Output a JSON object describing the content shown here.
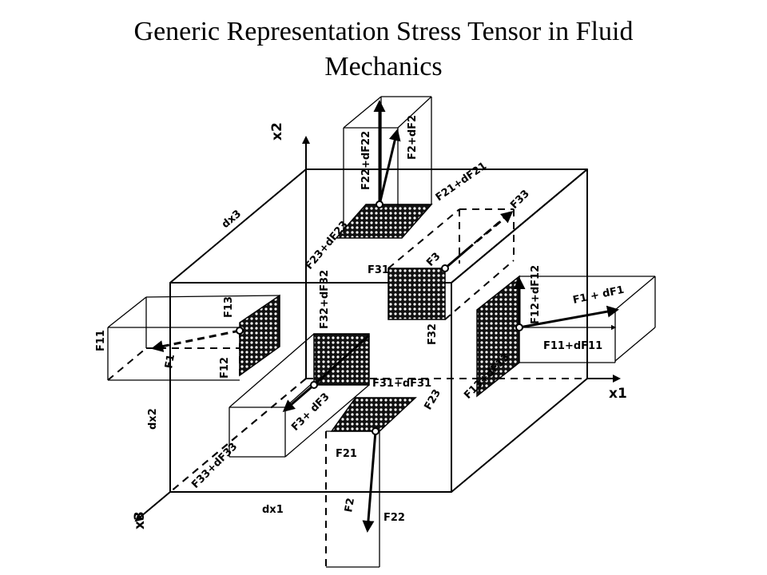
{
  "title": {
    "line1": "Generic Representation Stress Tensor in Fluid",
    "line2": "Mechanics"
  },
  "axes": {
    "x1": "x1",
    "x2": "x2",
    "x3": "x3",
    "dx1": "dx1",
    "dx2": "dx2",
    "dx3": "dx3"
  },
  "labels": {
    "F1": "F1",
    "F11": "F11",
    "F12": "F12",
    "F13": "F13",
    "F1_dF1": "F1 + dF1",
    "F11_dF11": "F11+dF11",
    "F12_dF12": "F12+dF12",
    "F13_dF13": "F13+dF13",
    "F2": "F2",
    "F21": "F21",
    "F22": "F22",
    "F23": "F23",
    "F2_dF2": "F2+dF2",
    "F21_dF21": "F21+dF21",
    "F22_dF22": "F22+dF22",
    "F23_dF23": "F23+dF23",
    "F3": "F3",
    "F31": "F31",
    "F32": "F32",
    "F33": "F33",
    "F3_dF3": "F3+ dF3",
    "F31_dF31": "F31+dF31",
    "F32_dF32": "F32+dF32",
    "F33_dF33": "F33+dF33"
  }
}
